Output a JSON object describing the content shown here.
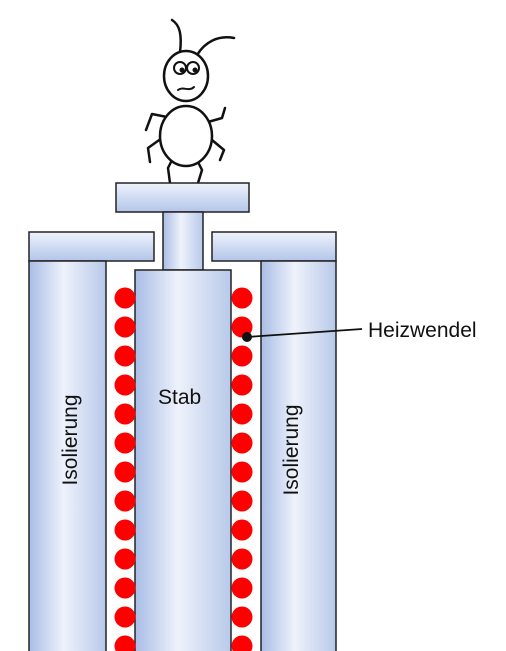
{
  "labels": {
    "heating_coil": "Heizwendel",
    "rod": "Stab",
    "insulation_left": "Isolierung",
    "insulation_right": "Isolierung"
  },
  "colors": {
    "part_fill_light": "#f1f4fb",
    "part_fill_dark": "#a9bde6",
    "outline": "#222222",
    "coil": "#ff0000"
  },
  "figure": "ant-cartoon"
}
